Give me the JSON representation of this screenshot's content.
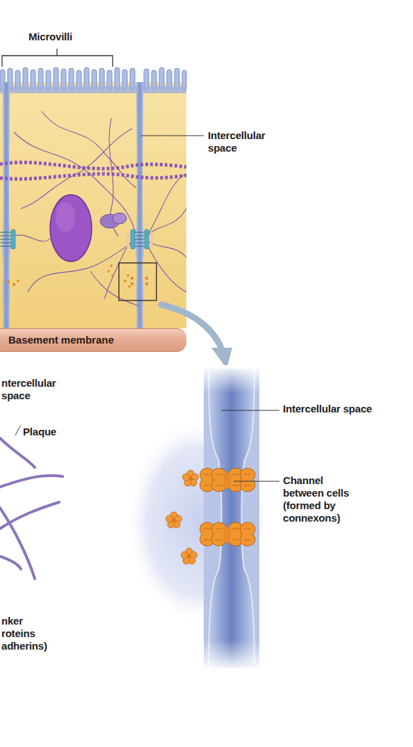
{
  "diagram": {
    "nodes": [
      {
        "text": [
          "Basement membrane"
        ]
      }
    ],
    "labels": [
      "Microvilli",
      "Intercellular space",
      "ntercellular space",
      "Plaque",
      "Intercellular space",
      "Channel between cells (formed by connexons)",
      "nker roteins adherins)"
    ]
  }
}
